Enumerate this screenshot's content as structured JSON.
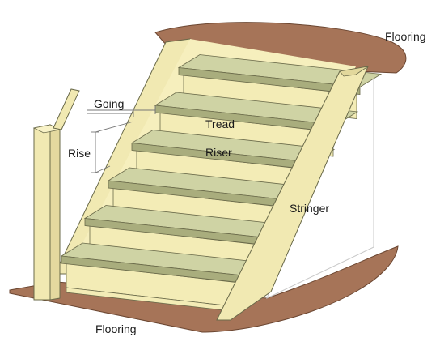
{
  "diagram": {
    "labels": {
      "flooring_top": "Flooring",
      "flooring_bottom": "Flooring",
      "going": "Going",
      "tread": "Tread",
      "rise": "Rise",
      "riser": "Riser",
      "stringer": "Stringer"
    },
    "step_count": 6,
    "colors": {
      "background": "#ffffff",
      "flooring": "#a67458",
      "flooring_edge": "#6b4631",
      "tread_face": "#cfd3a4",
      "tread_edge": "#a9ad7d",
      "riser": "#f3ecb6",
      "stringer": "#f1e9b2",
      "stringer_edge": "#c7bd83",
      "wall": "#ffffff",
      "outline": "#6a6a4a"
    }
  }
}
